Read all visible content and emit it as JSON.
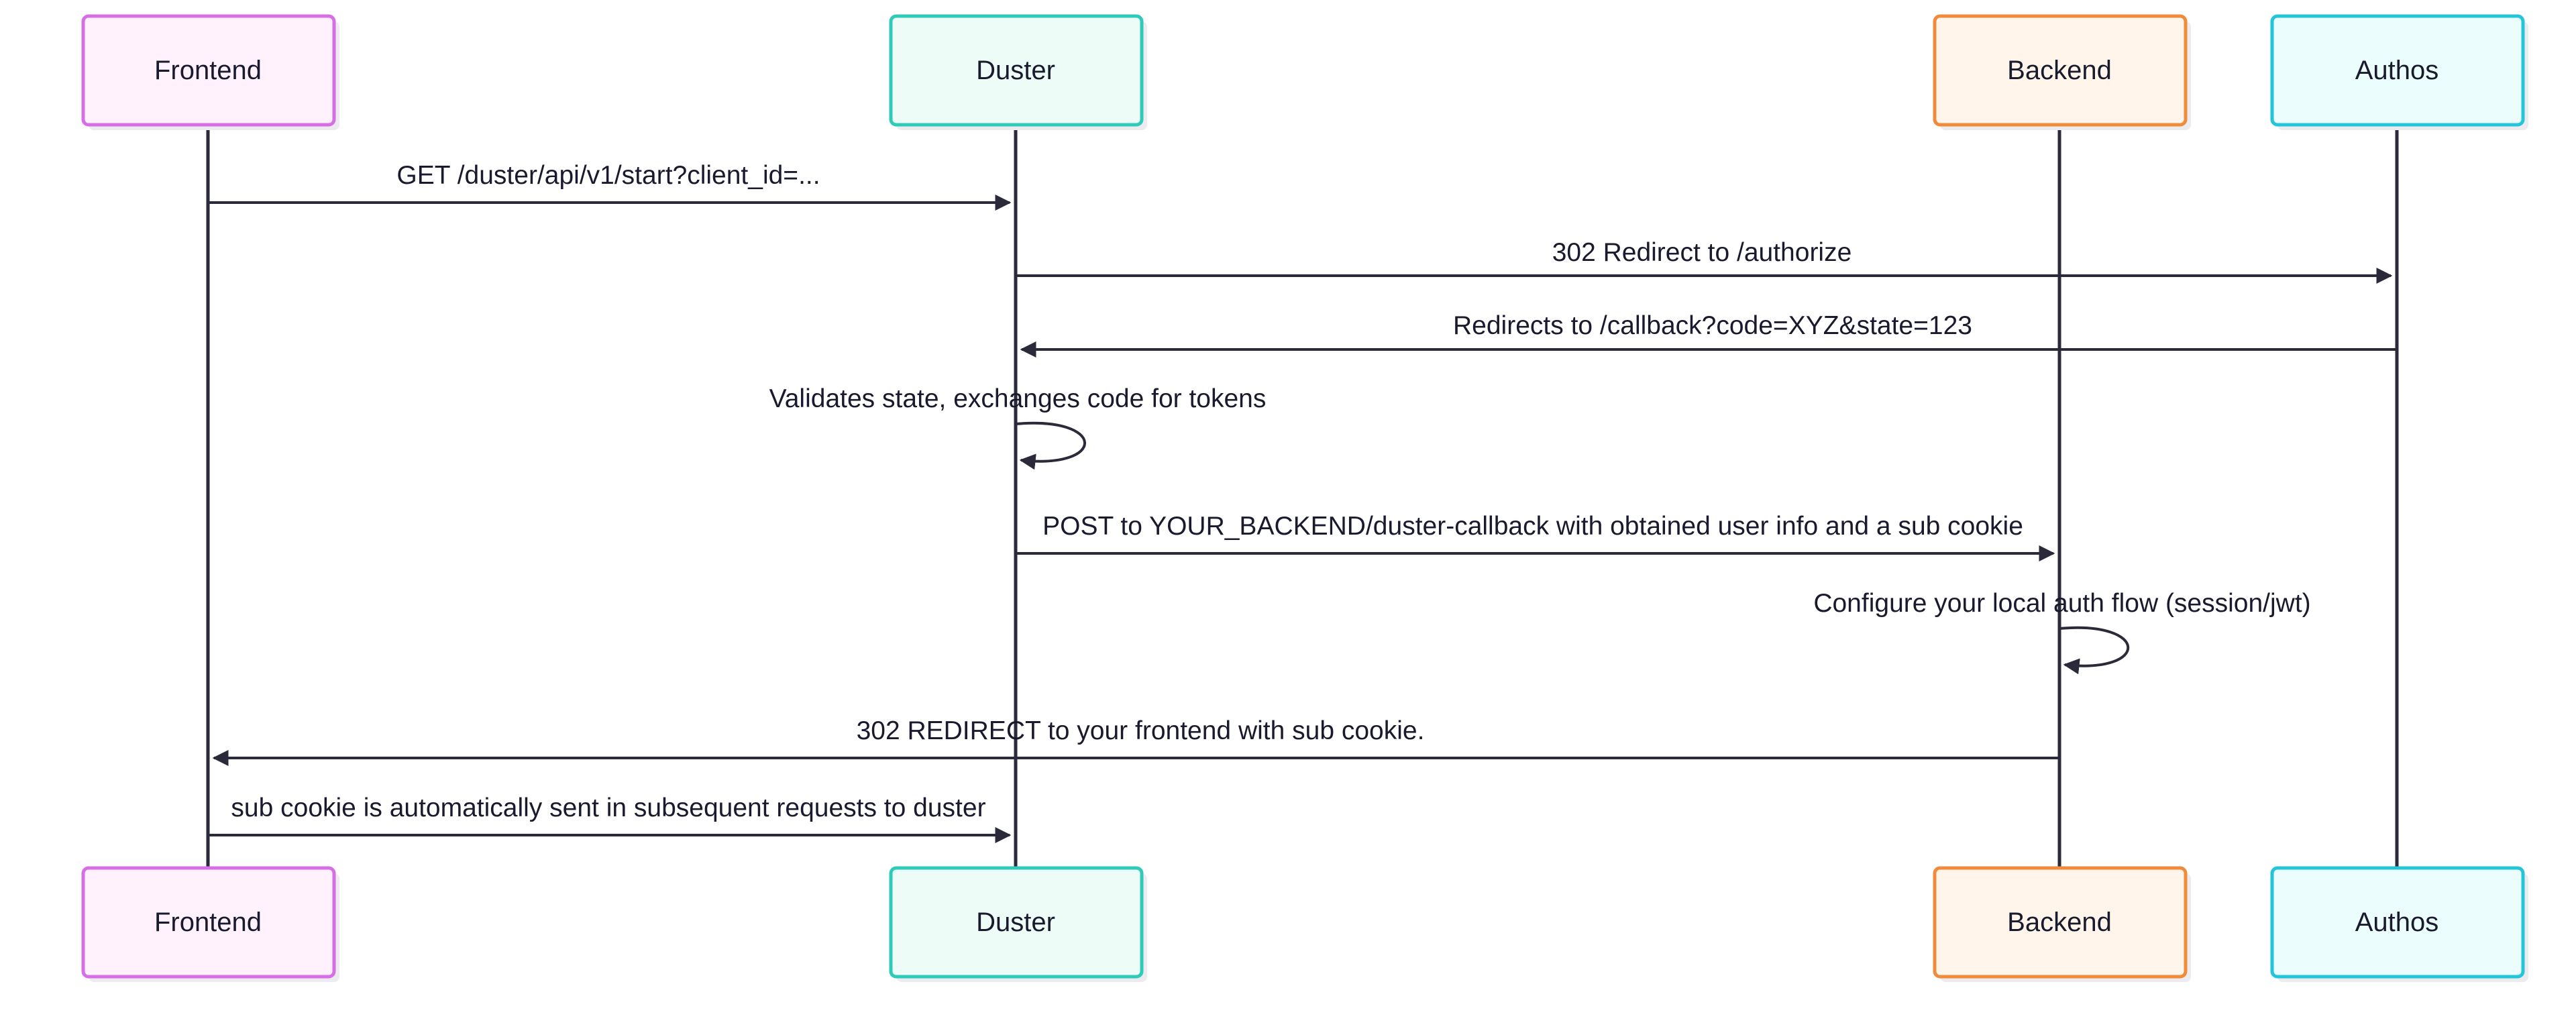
{
  "actors": {
    "frontend": {
      "label": "Frontend",
      "fill": "#fff2fd",
      "stroke": "#d86ee5"
    },
    "duster": {
      "label": "Duster",
      "fill": "#eefcf8",
      "stroke": "#2ecbb8"
    },
    "backend": {
      "label": "Backend",
      "fill": "#fff5ea",
      "stroke": "#ef8b3a"
    },
    "authos": {
      "label": "Authos",
      "fill": "#ebfdfd",
      "stroke": "#23c6d8"
    }
  },
  "messages": [
    {
      "from": "frontend",
      "to": "duster",
      "label": "GET /duster/api/v1/start?client_id=..."
    },
    {
      "from": "duster",
      "to": "authos",
      "label": "302 Redirect to /authorize"
    },
    {
      "from": "authos",
      "to": "duster",
      "label": "Redirects to /callback?code=XYZ&state=123"
    },
    {
      "from": "duster",
      "to": "duster",
      "label": "Validates state, exchanges code for tokens"
    },
    {
      "from": "duster",
      "to": "backend",
      "label": "POST to YOUR_BACKEND/duster-callback with obtained user info and a sub cookie"
    },
    {
      "from": "backend",
      "to": "backend",
      "label": "Configure your local auth flow (session/jwt)"
    },
    {
      "from": "backend",
      "to": "frontend",
      "label": "302 REDIRECT to your frontend with sub cookie."
    },
    {
      "from": "frontend",
      "to": "duster",
      "label": "sub cookie is automatically sent in subsequent requests to duster"
    }
  ],
  "colors": {
    "line": "#2a2a3a",
    "text": "#1a1a2e"
  }
}
